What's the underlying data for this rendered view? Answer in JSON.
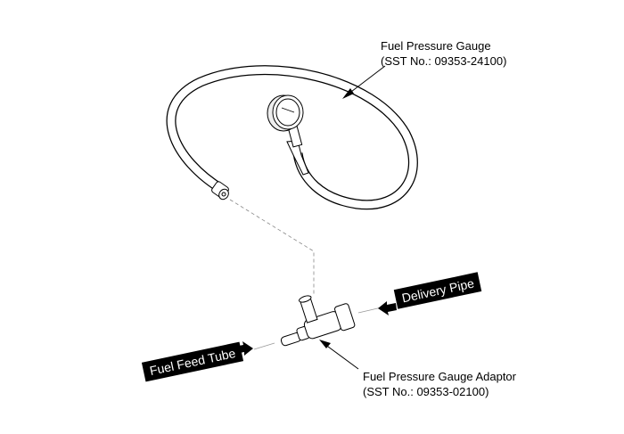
{
  "labels": {
    "gauge_name": "Fuel Pressure Gauge",
    "gauge_sst": "(SST No.: 09353-24100)",
    "adaptor_name": "Fuel Pressure Gauge Adaptor",
    "adaptor_sst": "(SST No.: 09353-02100)",
    "delivery_pipe": "Delivery Pipe",
    "fuel_feed_tube": "Fuel Feed Tube"
  }
}
